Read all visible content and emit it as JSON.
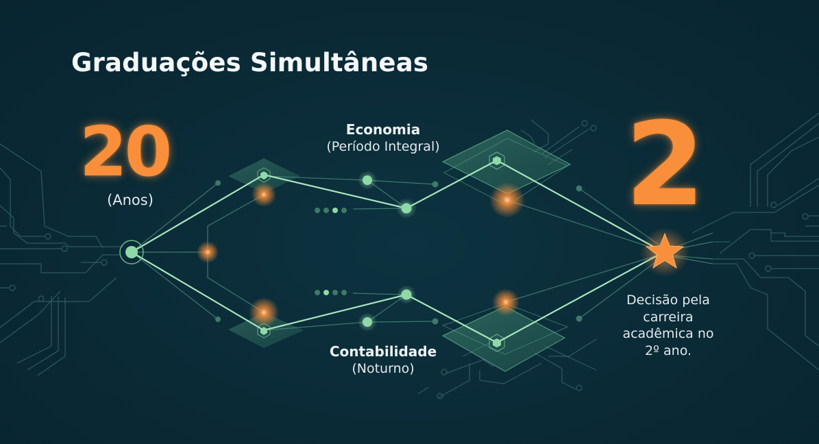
{
  "title": "Graduações Simultâneas",
  "age": {
    "value": "20",
    "unit": "(Anos)"
  },
  "tracks": [
    {
      "name": "Economia",
      "detail": "(Período Integral)"
    },
    {
      "name": "Contabilidade",
      "detail": "(Noturno)"
    }
  ],
  "outcome": {
    "value": "2",
    "description": "Decisão pela carreira acadêmica no 2º ano."
  },
  "colors": {
    "background": "#0a2a36",
    "accent_orange": "#f98f3a",
    "node_green": "#8fd9a8",
    "line_green": "#a8e6bd",
    "circuit": "#2f5a60",
    "text": "#f4f7f8"
  }
}
